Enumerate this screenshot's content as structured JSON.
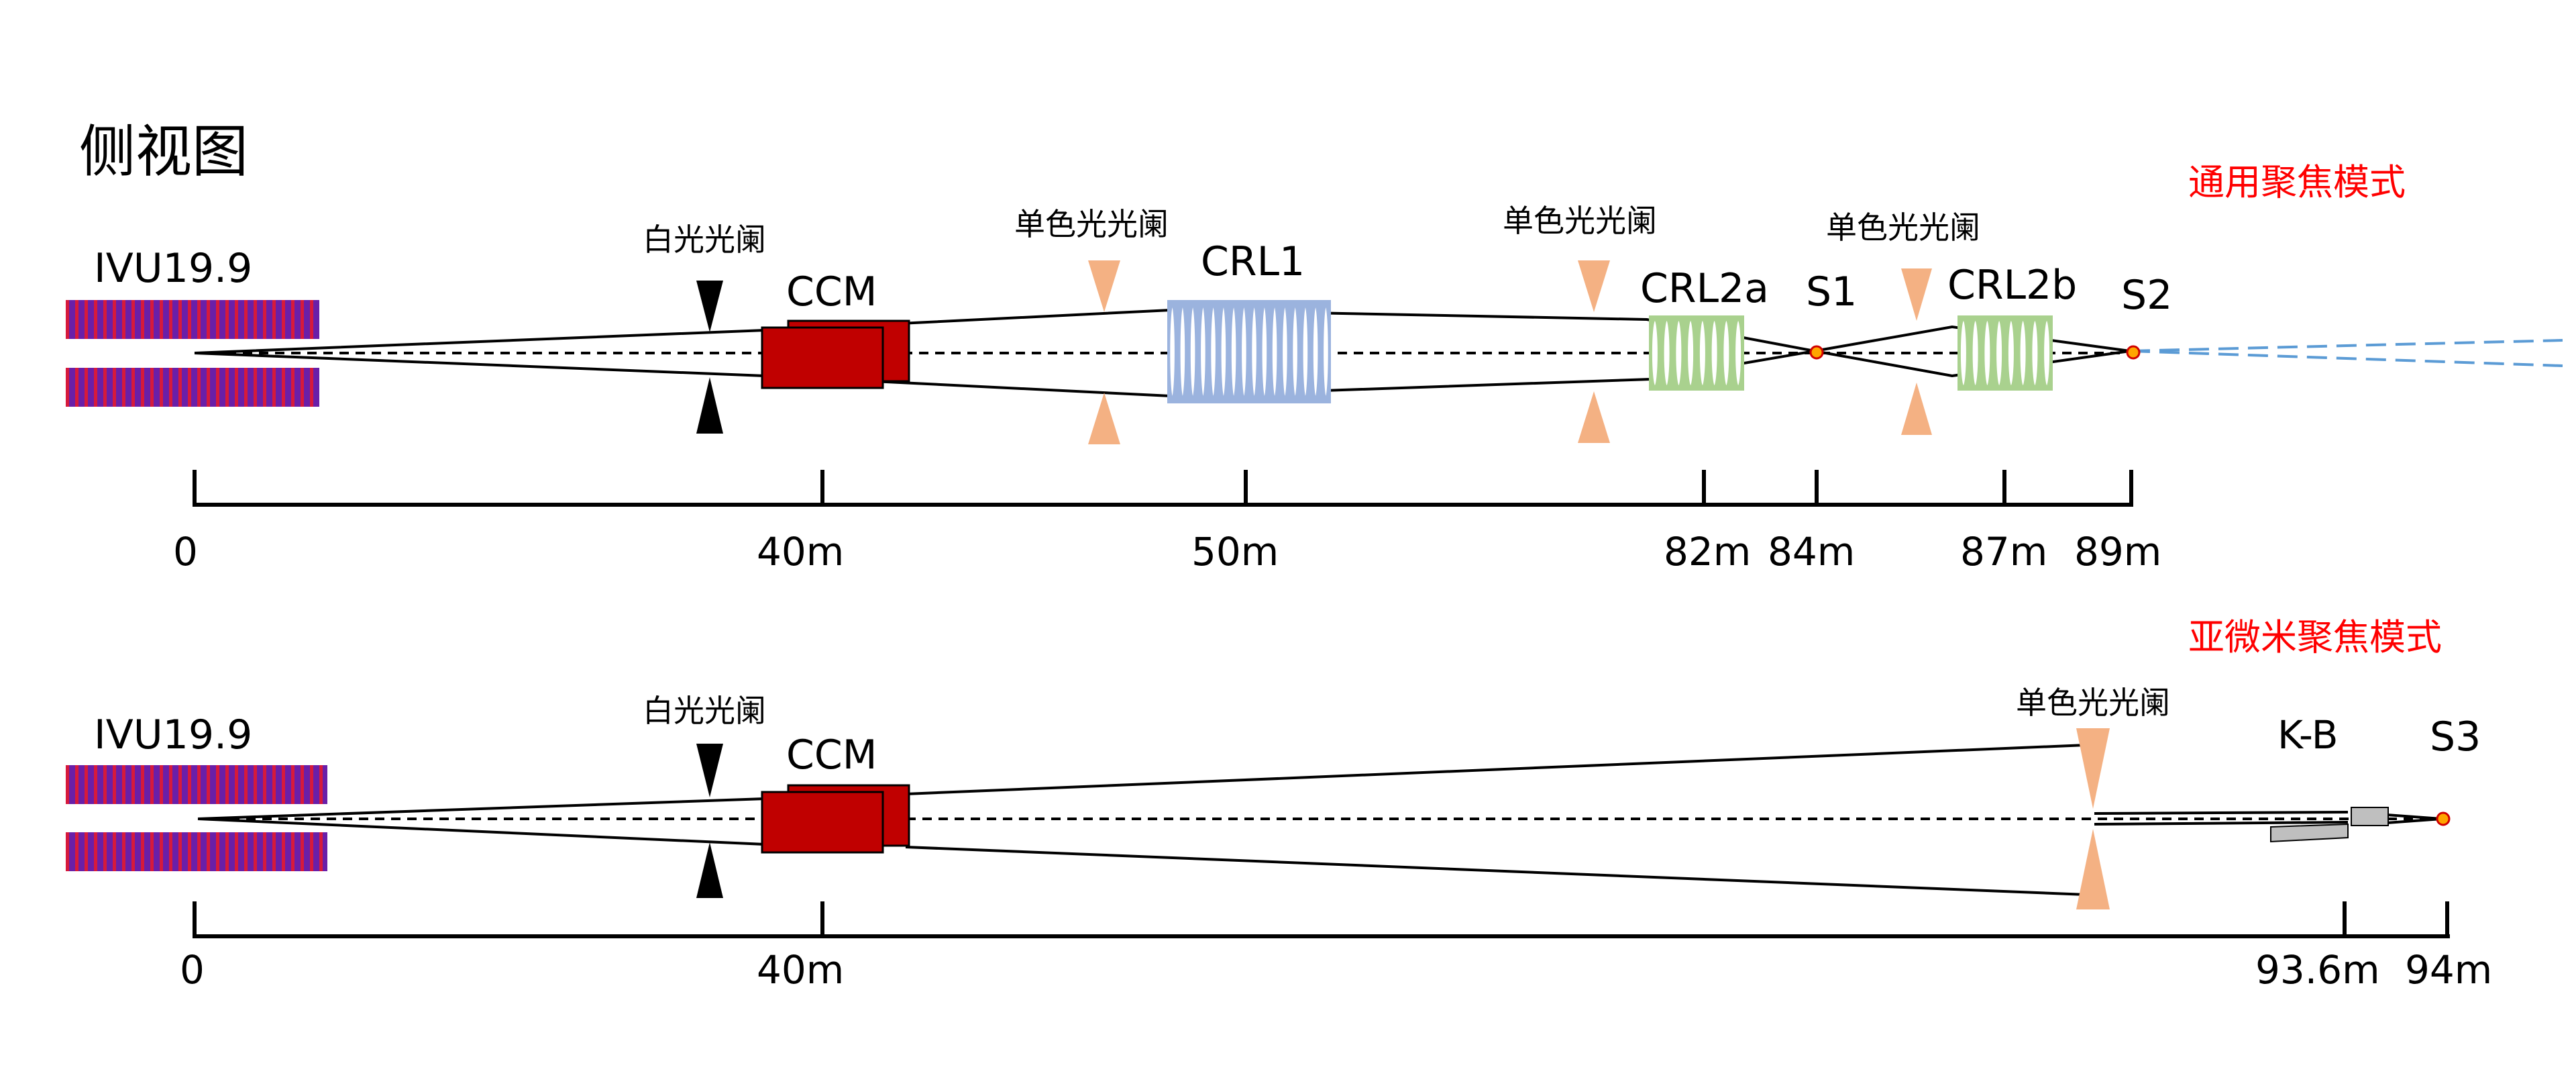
{
  "title": "侧视图",
  "colors": {
    "undulator": "#6a1fa8",
    "undulator_stripe": "#d61a3c",
    "ccm": "#c00000",
    "crl1": "#9bb3de",
    "crl2": "#a9d18e",
    "aperture_mono": "#f4b183",
    "aperture_white": "#000000",
    "focus_point": "#ff8c00",
    "mode_label": "#ff0000",
    "divergent_beam": "#5b9bd5",
    "kb_mirror": "#bfbfbf"
  },
  "top": {
    "mode_label": "通用聚焦模式",
    "source_label": "IVU19.9",
    "white_aperture_label": "白光光阑",
    "ccm_label": "CCM",
    "mono_aperture_1_label": "单色光光阑",
    "crl1_label": "CRL1",
    "mono_aperture_2_label": "单色光光阑",
    "crl2a_label": "CRL2a",
    "s1_label": "S1",
    "mono_aperture_3_label": "单色光光阑",
    "crl2b_label": "CRL2b",
    "s2_label": "S2",
    "ticks": [
      "0",
      "40m",
      "50m",
      "82m",
      "84m",
      "87m",
      "89m"
    ]
  },
  "bottom": {
    "mode_label": "亚微米聚焦模式",
    "source_label": "IVU19.9",
    "white_aperture_label": "白光光阑",
    "ccm_label": "CCM",
    "mono_aperture_label": "单色光光阑",
    "kb_label": "K-B",
    "s3_label": "S3",
    "ticks": [
      "0",
      "40m",
      "93.6m",
      "94m"
    ]
  },
  "icons": {
    "undulator": "undulator-magnet-array",
    "white_aperture": "white-beam-aperture",
    "mono_aperture": "mono-beam-aperture",
    "ccm": "crystal-monochromator",
    "crl": "compound-refractive-lens",
    "focus": "focal-point",
    "kb": "kb-mirror-pair"
  }
}
